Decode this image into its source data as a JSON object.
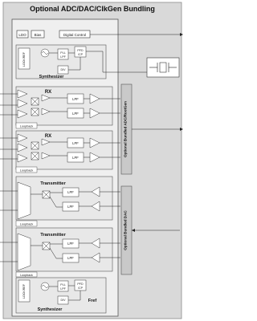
{
  "title": "Optional ADC/DAC/ClkGen Bundling",
  "control": {
    "ldo": "LDO",
    "bias": "Bias",
    "digital": "Digital Control"
  },
  "synth_top": {
    "lock": "LOCK/REF",
    "pll": "PLL",
    "lpf": "LPF",
    "pfd": "PFD",
    "cp": "/CP",
    "div": "DIV",
    "label": "Synthesizer"
  },
  "rx1": {
    "label": "RX",
    "lpf1": "LPF",
    "lpf2": "LPF",
    "loopback": "Loopback"
  },
  "rx2": {
    "label": "RX",
    "lpf1": "LPF",
    "lpf2": "LPF",
    "loopback": "Loopback"
  },
  "tx1": {
    "label": "Transmitter",
    "lpf1": "LPF",
    "lpf2": "LPF",
    "loopback": "Loopback"
  },
  "tx2": {
    "label": "Transmitter",
    "lpf1": "LPF",
    "lpf2": "LPF",
    "loopback": "Loopback"
  },
  "synth_bottom": {
    "lock": "LOCK/REF",
    "pll": "PLL",
    "lpf": "LPF",
    "pfd": "PFD",
    "cp": "/CP",
    "div": "DIV",
    "label": "Synthesizer",
    "fref": "Fref"
  },
  "side_adc": "Optional Bundled ADC/RootGen",
  "side_dac": "Optional Bundled DAC",
  "colors": {
    "frame": "#d9d9d9",
    "block": "#e8e8e8",
    "line": "#222222"
  }
}
